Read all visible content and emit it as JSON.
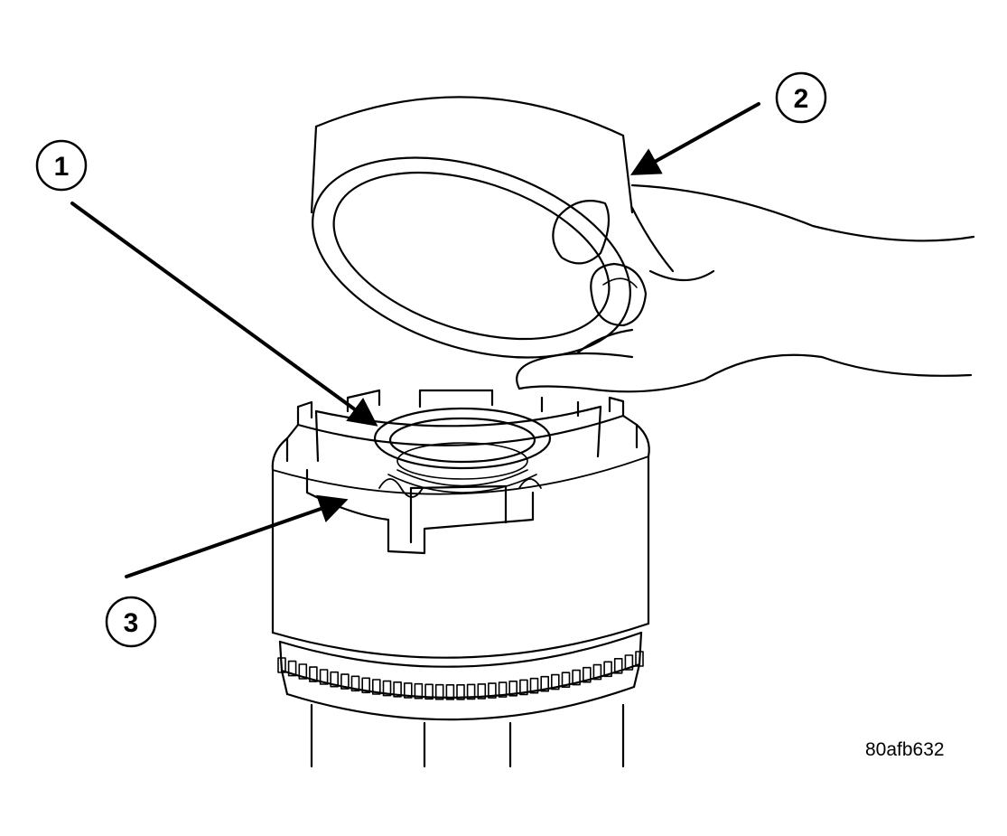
{
  "figure_id": "80afb632",
  "callouts": [
    {
      "number": "1"
    },
    {
      "number": "2"
    },
    {
      "number": "3"
    }
  ],
  "colors": {
    "ink": "#000000",
    "paper": "#ffffff"
  }
}
